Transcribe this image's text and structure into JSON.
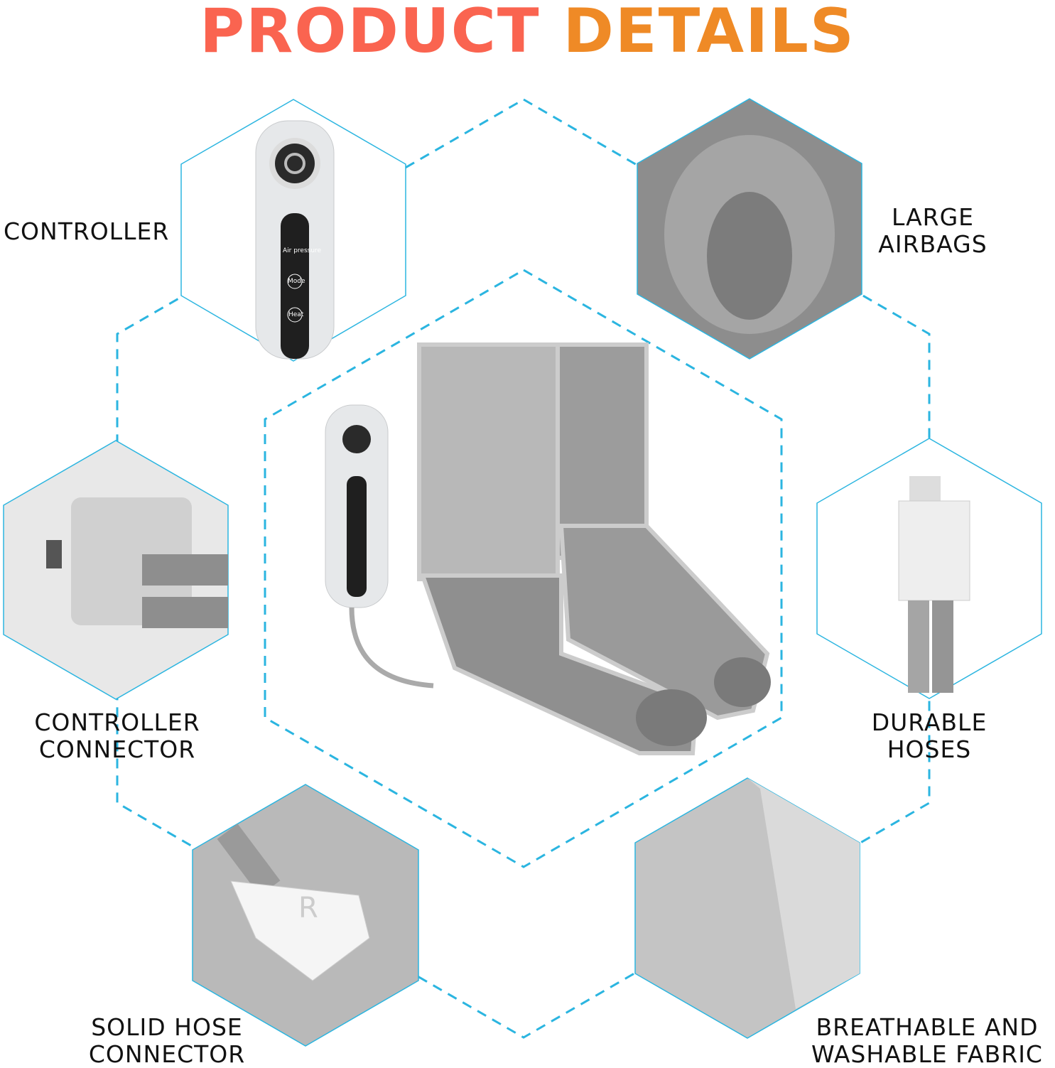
{
  "title": {
    "part1": "PRODUCT",
    "part2": "DETAILS"
  },
  "colors": {
    "title_part1": "#fa6450",
    "title_part2": "#ef8a26",
    "accent_lines": "#2bb5e0"
  },
  "features": [
    {
      "id": "controller",
      "lines": [
        "CONTROLLER"
      ]
    },
    {
      "id": "large-airbags",
      "lines": [
        "LARGE",
        "AIRBAGS"
      ]
    },
    {
      "id": "controller-connector",
      "lines": [
        "CONTROLLER",
        "CONNECTOR"
      ]
    },
    {
      "id": "durable-hoses",
      "lines": [
        "DURABLE",
        "HOSES"
      ]
    },
    {
      "id": "solid-hose-connector",
      "lines": [
        "SOLID HOSE",
        "CONNECTOR"
      ]
    },
    {
      "id": "breathable-fabric",
      "lines": [
        "BREATHABLE AND",
        "WASHABLE FABRIC"
      ]
    }
  ],
  "controller_device": {
    "air_pressure": "Air pressure",
    "mode": "Mode",
    "heat": "Heat",
    "connector_mark": "R"
  }
}
